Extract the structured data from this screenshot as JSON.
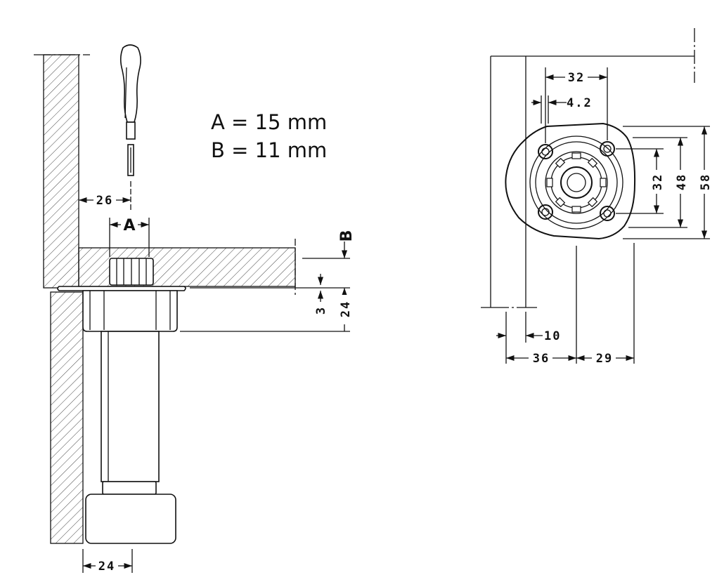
{
  "spec": {
    "line_a": "A = 15 mm",
    "line_b": "B = 11 mm"
  },
  "labels": {
    "a": "A",
    "b": "B"
  },
  "side_view": {
    "dim_26": "26",
    "dim_3": "3",
    "dim_24_height": "24",
    "dim_24_foot": "24"
  },
  "top_view": {
    "dim_32_top": "32",
    "dim_4_2": "4.2",
    "dim_32_side": "32",
    "dim_48": "48",
    "dim_58": "58",
    "dim_10": "10",
    "dim_36": "36",
    "dim_29": "29"
  }
}
